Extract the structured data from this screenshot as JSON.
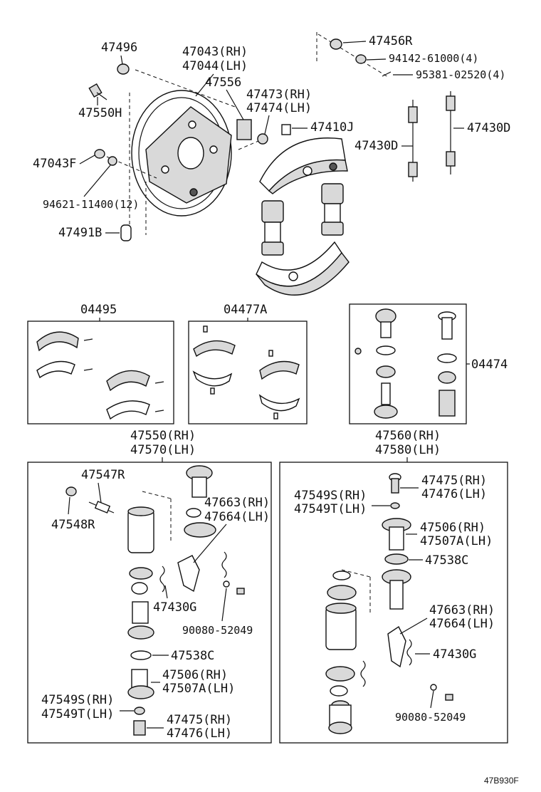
{
  "labels": {
    "p47496": "47496",
    "p47043": "47043(RH)",
    "p47044": "47044(LH)",
    "p47456R": "47456R",
    "p94142": "94142-61000(4)",
    "p95381": "95381-02520(4)",
    "p47556": "47556",
    "p47473": "47473(RH)",
    "p47474": "47474(LH)",
    "p47550H": "47550H",
    "p47410J": "47410J",
    "p47430D_a": "47430D",
    "p47430D_b": "47430D",
    "p47043F": "47043F",
    "p94621": "94621-11400(12)",
    "p47491B": "47491B",
    "k04495": "04495",
    "k04477A": "04477A",
    "k04474": "04474",
    "g47550": "47550(RH)",
    "g47570": "47570(LH)",
    "g47560": "47560(RH)",
    "g47580": "47580(LH)",
    "l47547R": "47547R",
    "l47548R": "47548R",
    "l47663": "47663(RH)",
    "l47664": "47664(LH)",
    "l47430G": "47430G",
    "l90080": "90080-52049",
    "l47538C": "47538C",
    "l47506": "47506(RH)",
    "l47507A": "47507A(LH)",
    "l47549S": "47549S(RH)",
    "l47549T": "47549T(LH)",
    "l47475": "47475(RH)",
    "l47476": "47476(LH)",
    "r47475": "47475(RH)",
    "r47476": "47476(LH)",
    "r47549S": "47549S(RH)",
    "r47549T": "47549T(LH)",
    "r47506": "47506(RH)",
    "r47507A": "47507A(LH)",
    "r47538C": "47538C",
    "r47663": "47663(RH)",
    "r47664": "47664(LH)",
    "r47430G": "47430G",
    "r90080": "90080-52049",
    "figure_code": "47B930F"
  }
}
